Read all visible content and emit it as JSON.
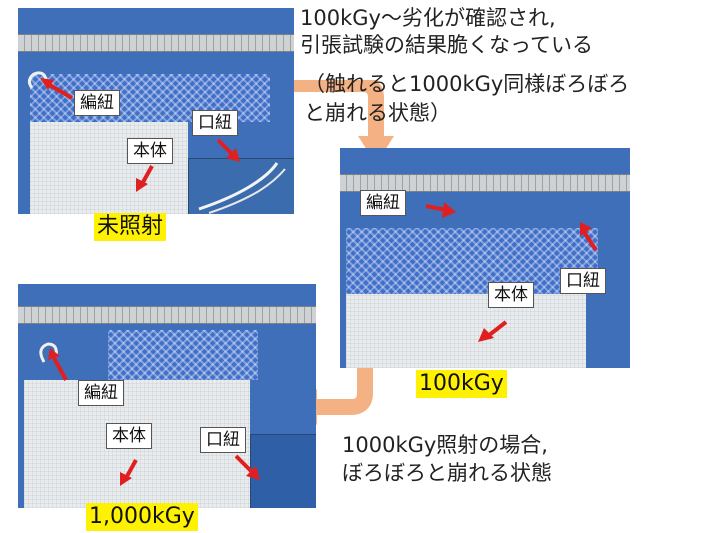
{
  "colors": {
    "highlight": "#fff200",
    "arrow_red": "#e02020",
    "flow_arrow": "#f4b183",
    "background_blue": "#3f6fb8"
  },
  "note_top": {
    "line1": "100kGy～劣化が確認され,",
    "line2": "引張試験の結果脆くなっている",
    "line3": "（触れると1000kGy同様ぼろぼろ",
    "line4": "と崩れる状態）"
  },
  "note_bottom": {
    "line1": "1000kGy照射の場合,",
    "line2": "ぼろぼろと崩れる状態"
  },
  "photo_unirradiated": {
    "label_knit_string": "編紐",
    "label_body": "本体",
    "label_drawstring": "口紐",
    "caption": "未照射"
  },
  "photo_100kgy": {
    "label_knit_string": "編紐",
    "label_body": "本体",
    "label_drawstring": "口紐",
    "caption": "100kGy"
  },
  "photo_1000kgy": {
    "label_knit_string": "編紐",
    "label_body": "本体",
    "label_drawstring": "口紐",
    "caption": "1,000kGy"
  }
}
